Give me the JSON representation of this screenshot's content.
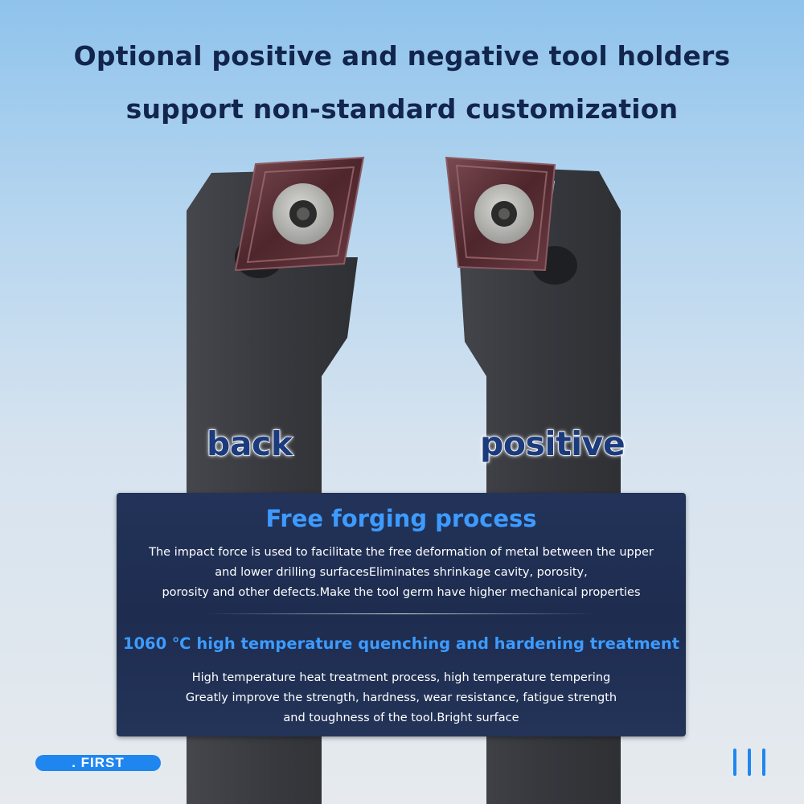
{
  "headline": {
    "line1": "Optional positive and negative tool holders",
    "line2": "support non-standard customization"
  },
  "tools": {
    "left_label": "back",
    "right_label": "positive"
  },
  "panel": {
    "title": "Free forging process",
    "text1": [
      "The impact force is used to facilitate the free deformation of metal between the upper",
      "and lower drilling surfacesEliminates shrinkage cavity, porosity,",
      "porosity and other defects.Make the tool germ have higher mechanical properties"
    ],
    "subtitle": "1060 ℃ high temperature quenching and hardening treatment",
    "text2": [
      "High temperature heat treatment process, high temperature tempering",
      "Greatly improve the strength, hardness, wear resistance, fatigue strength",
      "and toughness of the tool.Bright surface"
    ]
  },
  "footer": {
    "brand": ". FIRST",
    "icon": "three-vertical-bars-icon"
  },
  "colors": {
    "headline": "#12254d",
    "accent_blue": "#3d9bff",
    "brand_blue": "#1f86f0",
    "panel_bg": "#1f2e52",
    "tool_body": "#3a3c41",
    "insert": "#5a2d33"
  }
}
